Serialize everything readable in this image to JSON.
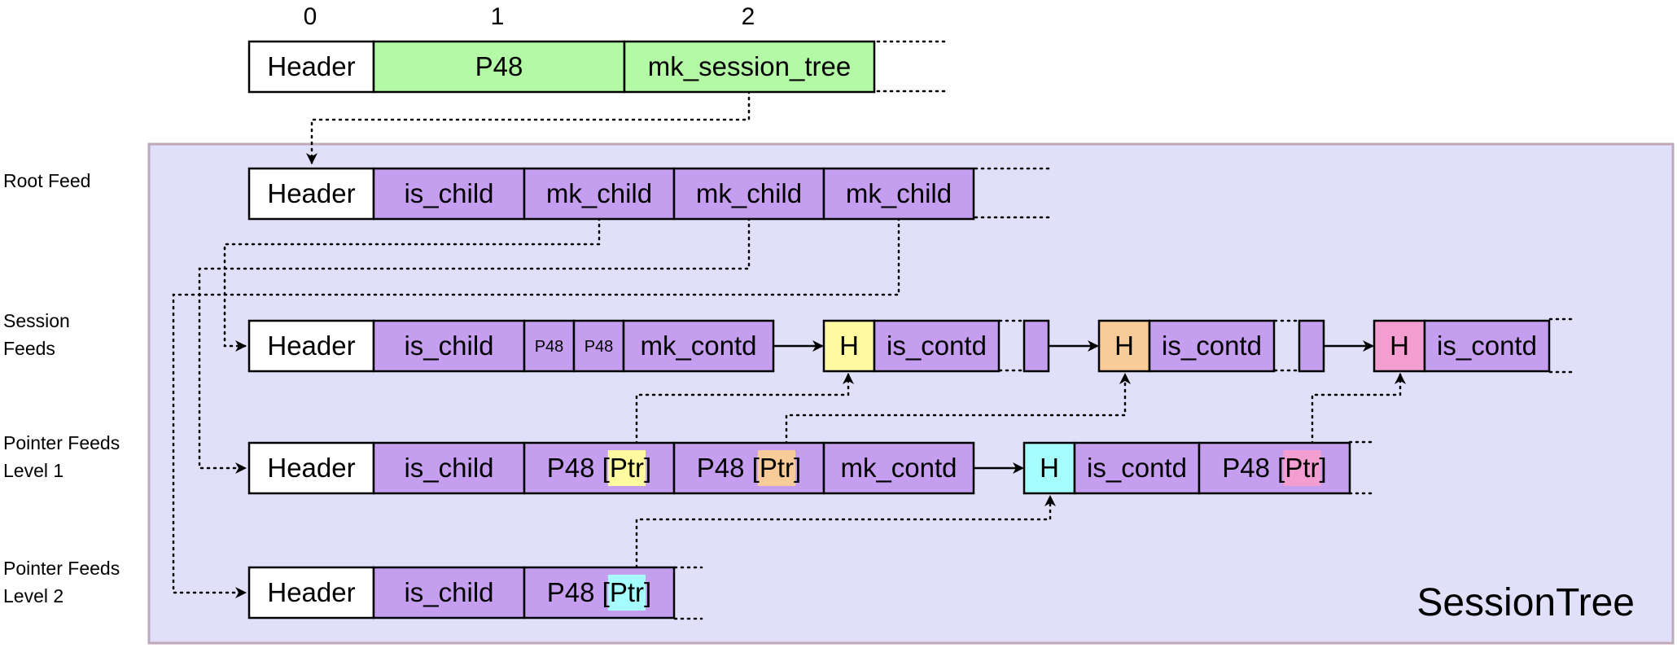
{
  "region": {
    "title": "SessionTree",
    "fill": "#e0e0fb",
    "border": "#c0a8b8"
  },
  "colors": {
    "header": "#ffffff",
    "green": "#b3f9a6",
    "purple": "#c59ef0",
    "yellow": "#fffaa0",
    "orange": "#f8cc98",
    "pink": "#f29ed0",
    "cyan": "#a6fdfd"
  },
  "row_labels": [
    {
      "id": "root",
      "lines": [
        "Root Feed"
      ]
    },
    {
      "id": "session",
      "lines": [
        "Session",
        "Feeds"
      ]
    },
    {
      "id": "ptr1",
      "lines": [
        "Pointer Feeds",
        "Level 1"
      ]
    },
    {
      "id": "ptr2",
      "lines": [
        "Pointer Feeds",
        "Level 2"
      ]
    }
  ],
  "indices": [
    "0",
    "1",
    "2"
  ],
  "rows": {
    "top": [
      {
        "text": "Header",
        "color": "header"
      },
      {
        "text": "P48",
        "color": "green"
      },
      {
        "text": "mk_session_tree",
        "color": "green"
      }
    ],
    "root": [
      {
        "text": "Header",
        "color": "header"
      },
      {
        "text": "is_child",
        "color": "purple"
      },
      {
        "text": "mk_child",
        "color": "purple"
      },
      {
        "text": "mk_child",
        "color": "purple"
      },
      {
        "text": "mk_child",
        "color": "purple"
      }
    ],
    "session_main": [
      {
        "text": "Header",
        "color": "header"
      },
      {
        "text": "is_child",
        "color": "purple"
      },
      {
        "text": "P48",
        "color": "purple",
        "small": true
      },
      {
        "text": "P48",
        "color": "purple",
        "small": true
      },
      {
        "text": "mk_contd",
        "color": "purple"
      }
    ],
    "session_cont1": [
      {
        "text": "H",
        "color": "yellow"
      },
      {
        "text": "is_contd",
        "color": "purple"
      }
    ],
    "session_cont2": [
      {
        "text": "H",
        "color": "orange"
      },
      {
        "text": "is_contd",
        "color": "purple"
      }
    ],
    "session_cont3": [
      {
        "text": "H",
        "color": "pink"
      },
      {
        "text": "is_contd",
        "color": "purple"
      }
    ],
    "ptr1_main": [
      {
        "text": "Header",
        "color": "header"
      },
      {
        "text": "is_child",
        "color": "purple"
      },
      {
        "pre": "P48 [",
        "hl": "Ptr",
        "post": "]",
        "hl_color": "yellow",
        "color": "purple"
      },
      {
        "pre": "P48 [",
        "hl": "Ptr",
        "post": "]",
        "hl_color": "orange",
        "color": "purple"
      },
      {
        "text": "mk_contd",
        "color": "purple"
      }
    ],
    "ptr1_cont": [
      {
        "text": "H",
        "color": "cyan"
      },
      {
        "text": "is_contd",
        "color": "purple"
      },
      {
        "pre": "P48 [",
        "hl": "Ptr",
        "post": "]",
        "hl_color": "pink",
        "color": "purple"
      }
    ],
    "ptr2_main": [
      {
        "text": "Header",
        "color": "header"
      },
      {
        "text": "is_child",
        "color": "purple"
      },
      {
        "pre": "P48 [",
        "hl": "Ptr",
        "post": "]",
        "hl_color": "cyan",
        "color": "purple"
      }
    ]
  }
}
